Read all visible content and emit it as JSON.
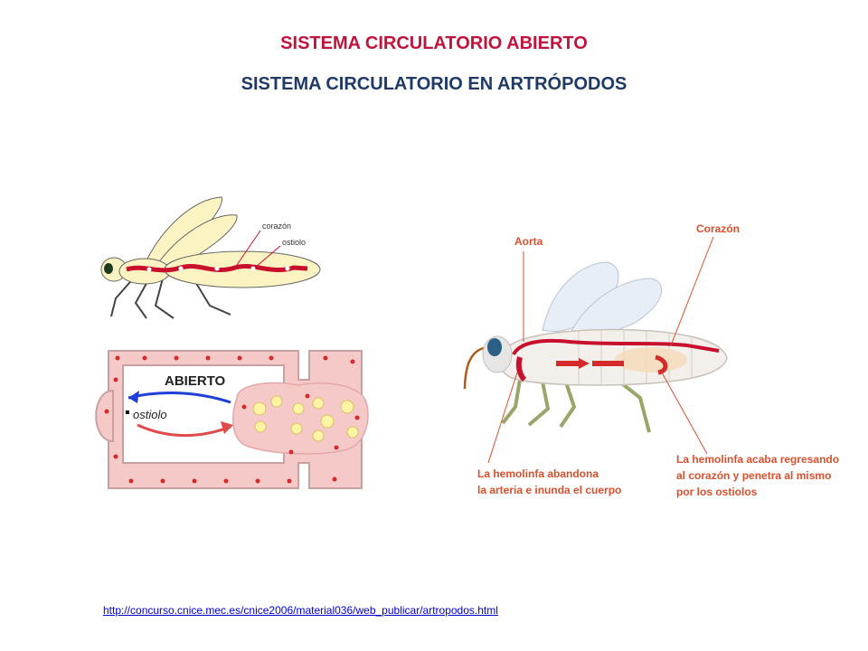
{
  "slide": {
    "title": "SISTEMA CIRCULATORIO ABIERTO",
    "subtitle": "SISTEMA CIRCULATORIO EN ARTRÓPODOS",
    "source_link": "http://concurso.cnice.mec.es/cnice2006/material036/web_publicar/artropodos.html"
  },
  "small_insect": {
    "label_heart": "corazón",
    "label_ostiole": "ostiolo"
  },
  "open_system": {
    "label_open": "ABIERTO",
    "label_ostiole": "ostiolo"
  },
  "large_insect": {
    "label_aorta": "Aorta",
    "label_heart": "Corazón",
    "caption_left_1": "La hemolinfa abandona",
    "caption_left_2": "la arteria e inunda el cuerpo",
    "caption_right_1": "La hemolinfa acaba regresando",
    "caption_right_2": "al corazón y penetra al mismo",
    "caption_right_3": "por los ostiolos"
  },
  "colors": {
    "title": "#c0143c",
    "subtitle": "#1f3a66",
    "label_red": "#d9502e",
    "hemolymph": "#c8102e",
    "vessel_fill": "#f6c9c9"
  }
}
